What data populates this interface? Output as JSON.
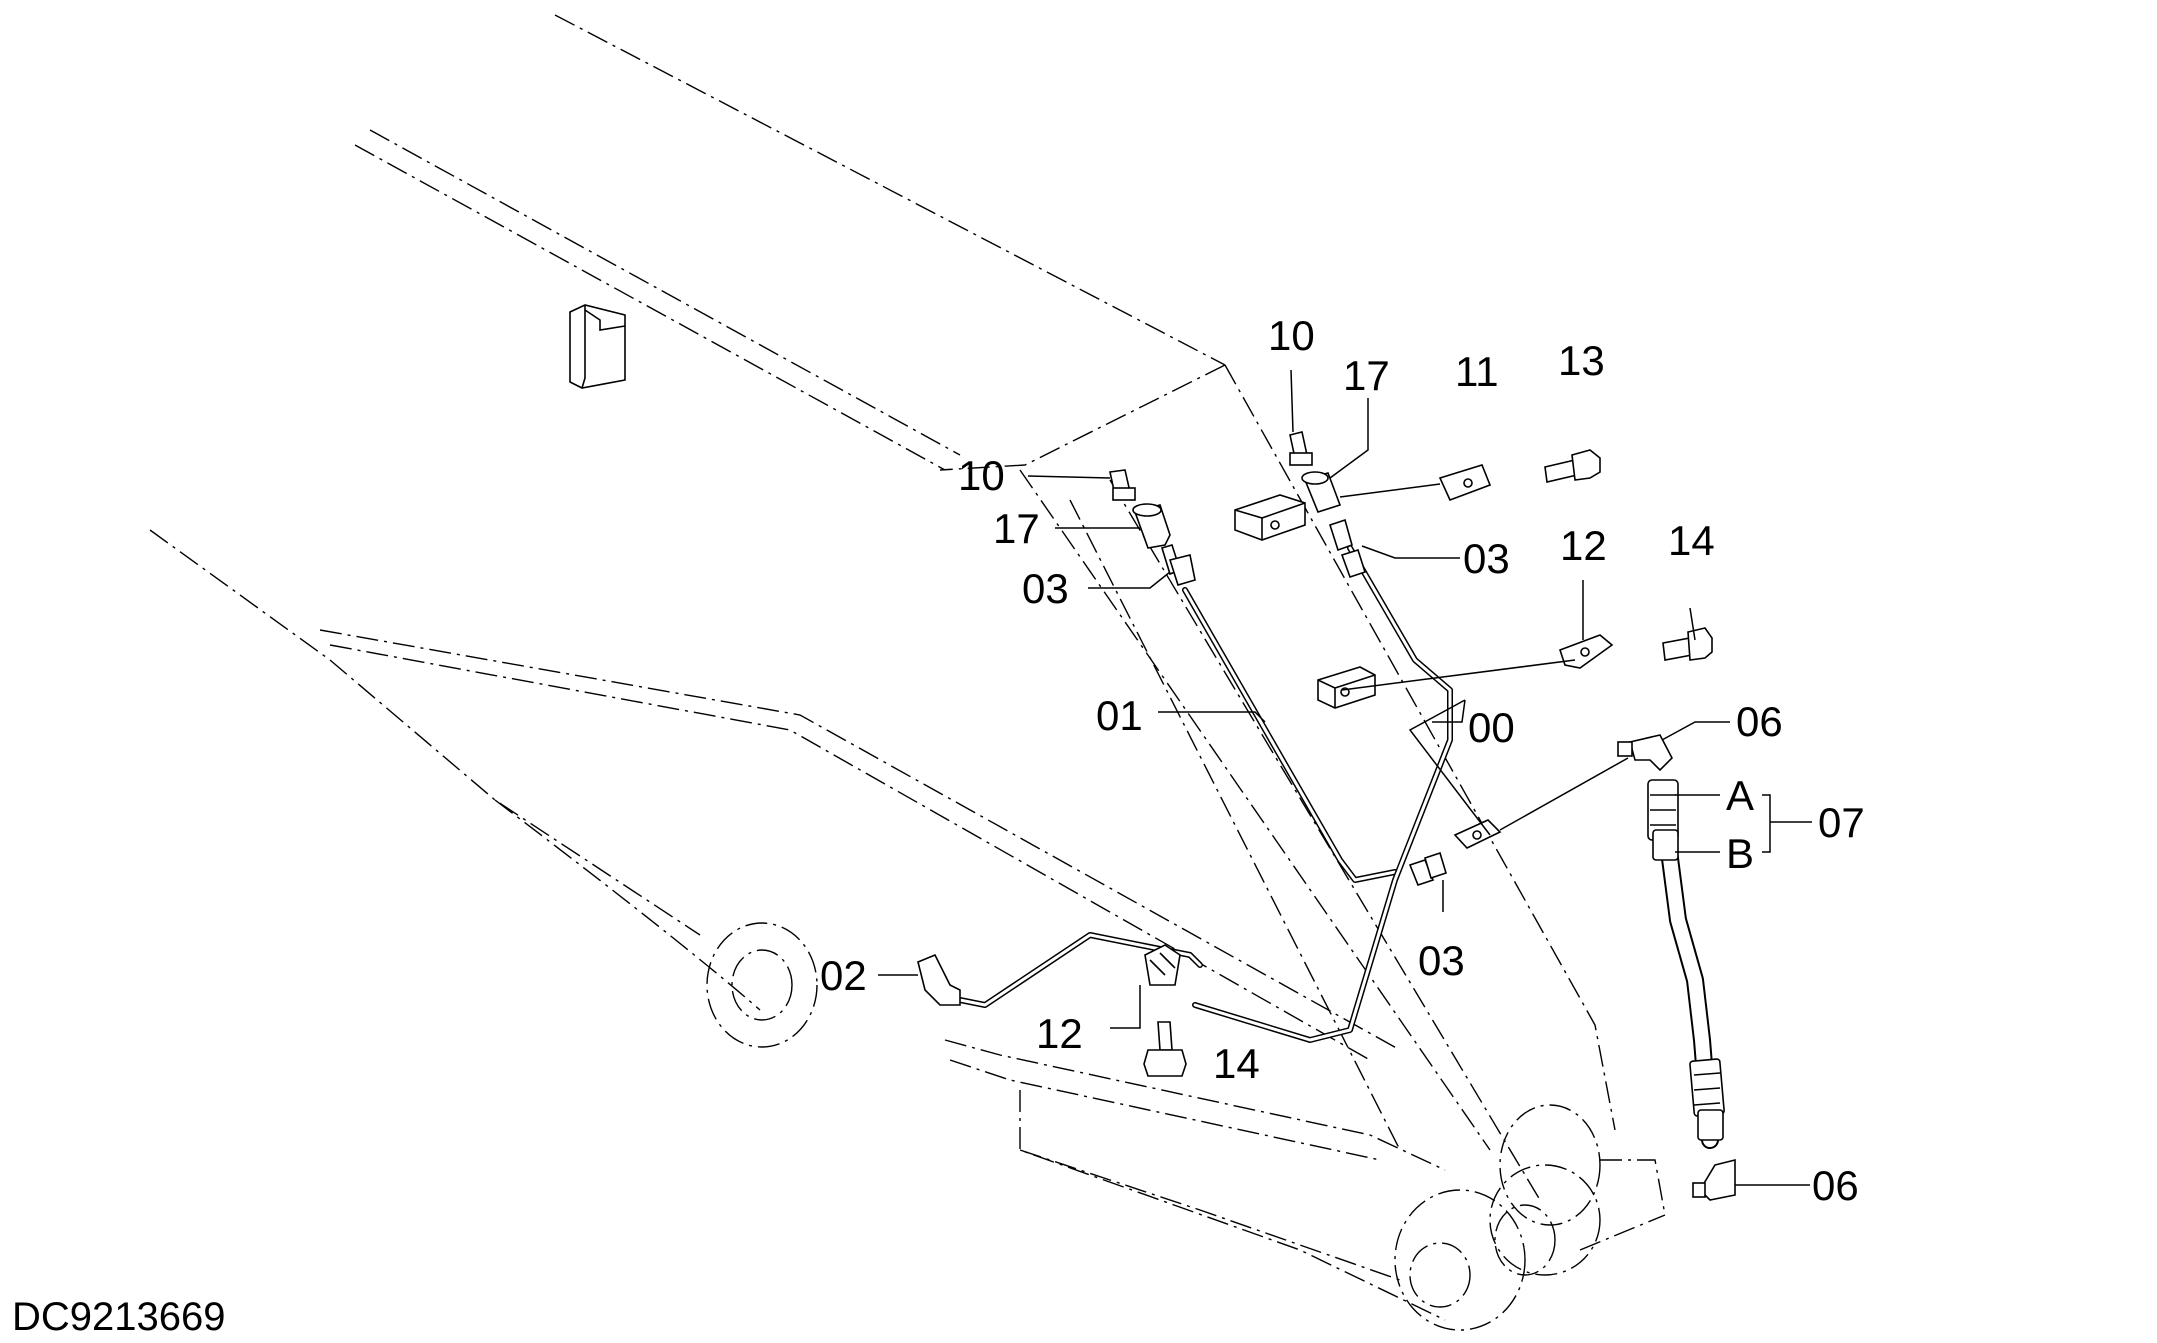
{
  "drawing_code": "DC9213669",
  "callouts": {
    "c10_top": "10",
    "c17_top": "17",
    "c11": "11",
    "c13": "13",
    "c10_left": "10",
    "c17_left": "17",
    "c03_left": "03",
    "c03_upper_right": "03",
    "c12_upper": "12",
    "c14_upper": "14",
    "c01": "01",
    "c00": "00",
    "c06_top": "06",
    "cA": "A",
    "c07": "07",
    "cB": "B",
    "c03_lower": "03",
    "c02": "02",
    "c12_lower": "12",
    "c14_lower": "14",
    "c06_bottom": "06"
  }
}
